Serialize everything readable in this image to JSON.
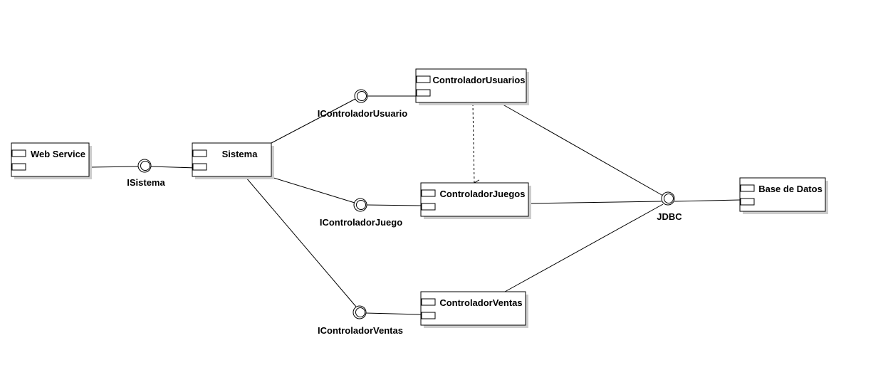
{
  "components": [
    {
      "id": "web-service",
      "label": "Web Service"
    },
    {
      "id": "sistema",
      "label": "Sistema"
    },
    {
      "id": "controlador-usuarios",
      "label": "ControladorUsuarios"
    },
    {
      "id": "controlador-juegos",
      "label": "ControladorJuegos"
    },
    {
      "id": "controlador-ventas",
      "label": "ControladorVentas"
    },
    {
      "id": "base-de-datos",
      "label": "Base de Datos"
    }
  ],
  "interfaces": [
    {
      "id": "isistema",
      "label": "ISistema",
      "kind": "assembly"
    },
    {
      "id": "icontrolador-usuario",
      "label": "IControladorUsuario",
      "kind": "assembly"
    },
    {
      "id": "icontrolador-juego",
      "label": "IControladorJuego",
      "kind": "assembly"
    },
    {
      "id": "icontrolador-ventas",
      "label": "IControladorVentas",
      "kind": "assembly"
    },
    {
      "id": "jdbc",
      "label": "JDBC",
      "kind": "assembly"
    }
  ],
  "connections": [
    {
      "from": "web-service",
      "to": "isistema",
      "type": "association"
    },
    {
      "from": "isistema",
      "to": "sistema",
      "type": "association"
    },
    {
      "from": "sistema",
      "to": "icontrolador-usuario",
      "type": "association"
    },
    {
      "from": "icontrolador-usuario",
      "to": "controlador-usuarios",
      "type": "association"
    },
    {
      "from": "sistema",
      "to": "icontrolador-juego",
      "type": "association"
    },
    {
      "from": "icontrolador-juego",
      "to": "controlador-juegos",
      "type": "association"
    },
    {
      "from": "sistema",
      "to": "icontrolador-ventas",
      "type": "association"
    },
    {
      "from": "icontrolador-ventas",
      "to": "controlador-ventas",
      "type": "association"
    },
    {
      "from": "controlador-usuarios",
      "to": "jdbc",
      "type": "association"
    },
    {
      "from": "controlador-juegos",
      "to": "jdbc",
      "type": "association"
    },
    {
      "from": "controlador-ventas",
      "to": "jdbc",
      "type": "association"
    },
    {
      "from": "jdbc",
      "to": "base-de-datos",
      "type": "association"
    },
    {
      "from": "controlador-usuarios",
      "to": "controlador-juegos",
      "type": "dependency"
    }
  ],
  "colors": {
    "stroke": "#000000",
    "fill": "#ffffff",
    "shadow": "#cccccc"
  }
}
